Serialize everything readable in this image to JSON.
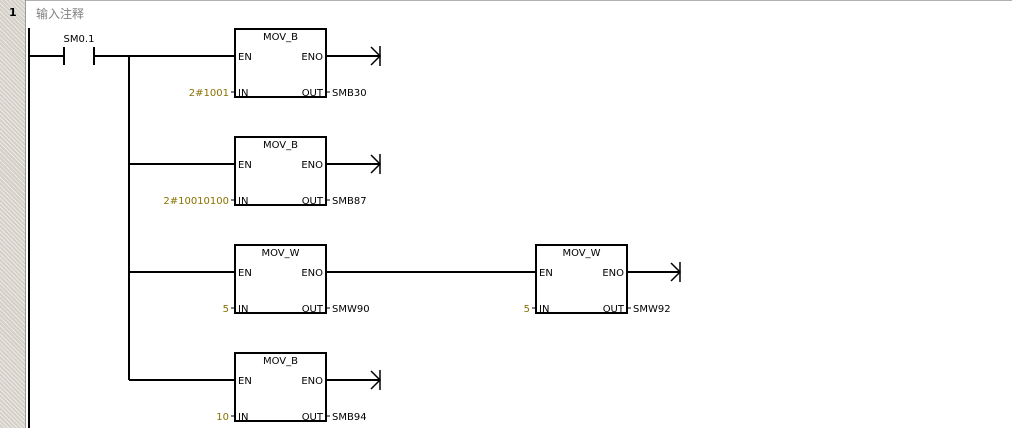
{
  "network": {
    "number": "1",
    "comment": "输入注释"
  },
  "contact": {
    "label": "SM0.1"
  },
  "blocks": [
    {
      "title": "MOV_B",
      "en": "EN",
      "eno": "ENO",
      "in_pin": "IN",
      "out_pin": "OUT",
      "in_value": "2#1001",
      "out_value": "SMB30"
    },
    {
      "title": "MOV_B",
      "en": "EN",
      "eno": "ENO",
      "in_pin": "IN",
      "out_pin": "OUT",
      "in_value": "2#10010100",
      "out_value": "SMB87"
    },
    {
      "title": "MOV_W",
      "en": "EN",
      "eno": "ENO",
      "in_pin": "IN",
      "out_pin": "OUT",
      "in_value": "5",
      "out_value": "SMW90"
    },
    {
      "title": "MOV_W",
      "en": "EN",
      "eno": "ENO",
      "in_pin": "IN",
      "out_pin": "OUT",
      "in_value": "5",
      "out_value": "SMW92"
    },
    {
      "title": "MOV_B",
      "en": "EN",
      "eno": "ENO",
      "in_pin": "IN",
      "out_pin": "OUT",
      "in_value": "10",
      "out_value": "SMB94"
    }
  ]
}
